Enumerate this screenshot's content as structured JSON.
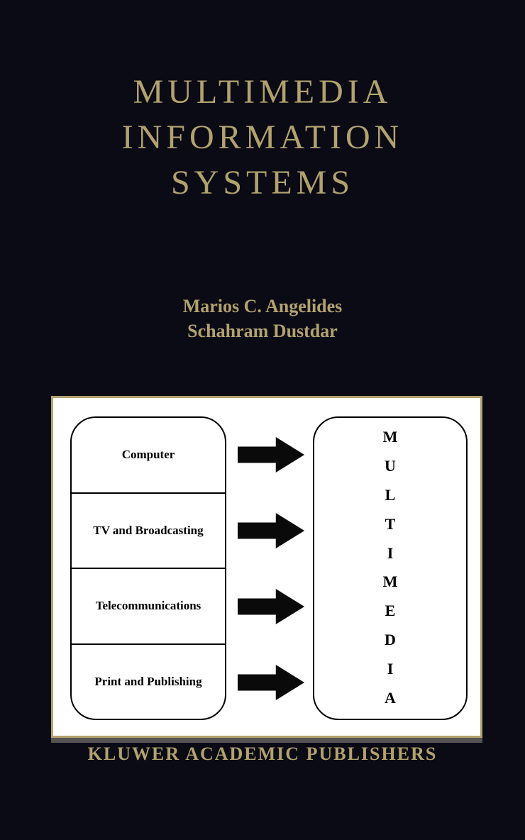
{
  "cover": {
    "title_lines": [
      "MULTIMEDIA",
      "INFORMATION",
      "SYSTEMS"
    ],
    "authors": [
      "Marios C. Angelides",
      "Schahram Dustdar"
    ],
    "publisher": "KLUWER ACADEMIC PUBLISHERS",
    "colors": {
      "background": "#0a0b15",
      "accent": "#b3a26e",
      "diagram_background": "#ffffff",
      "diagram_ink": "#000000"
    }
  },
  "diagram": {
    "sources": [
      "Computer",
      "TV and Broadcasting",
      "Telecommunications",
      "Print and Publishing"
    ],
    "arrow_icon": "arrow-right-icon",
    "target_word": "MULTIMEDIA",
    "target_letters": [
      "M",
      "U",
      "L",
      "T",
      "I",
      "M",
      "E",
      "D",
      "I",
      "A"
    ]
  }
}
